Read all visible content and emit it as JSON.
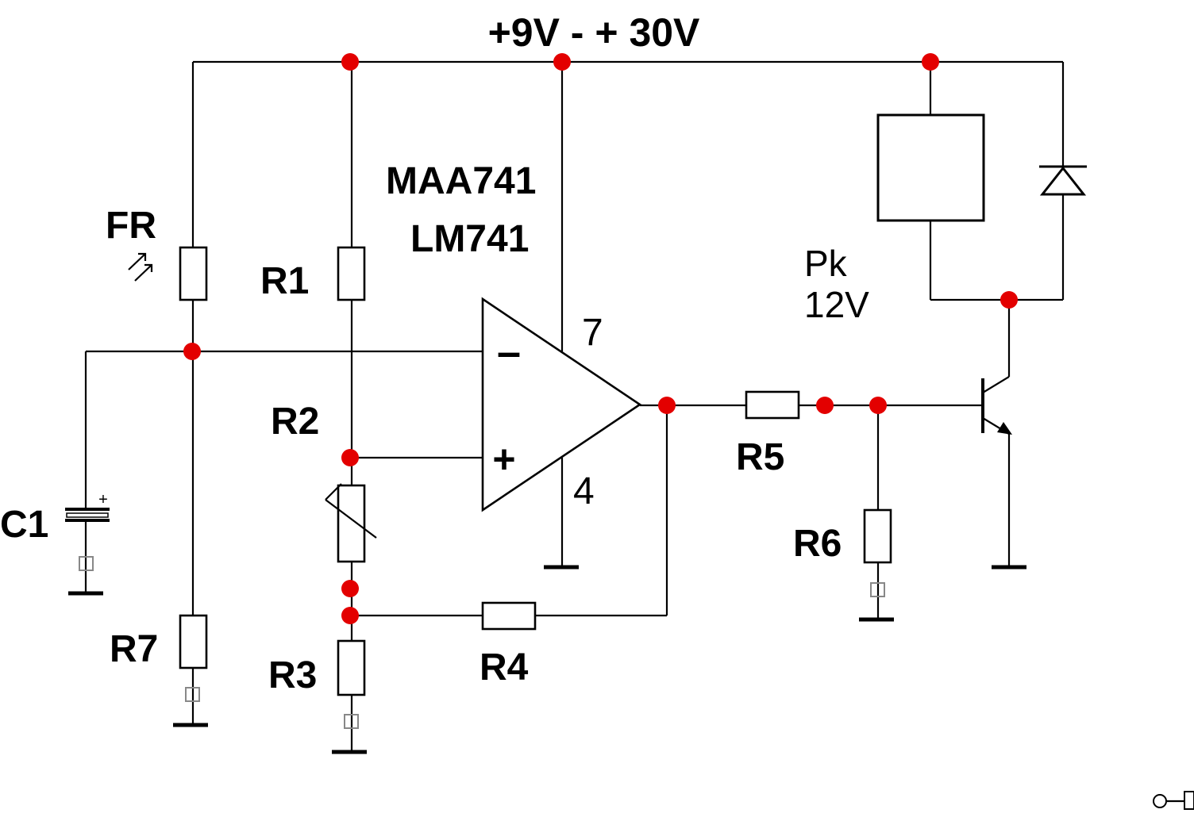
{
  "supply_label": "+9V - +  30V",
  "ic": {
    "line1": "MAA741",
    "line2": "LM741",
    "pin_top": "7",
    "pin_bottom": "4",
    "minus": "–",
    "plus": "+"
  },
  "relay": {
    "line1": "Pk",
    "line2": "12V"
  },
  "components": {
    "fr": "FR",
    "r1": "R1",
    "r2": "R2",
    "r3": "R3",
    "r4": "R4",
    "r5": "R5",
    "r6": "R6",
    "r7": "R7",
    "c1": "C1",
    "c1_plus": "+"
  },
  "colors": {
    "node": "#e30000",
    "wire": "#000000",
    "background": "#ffffff"
  }
}
